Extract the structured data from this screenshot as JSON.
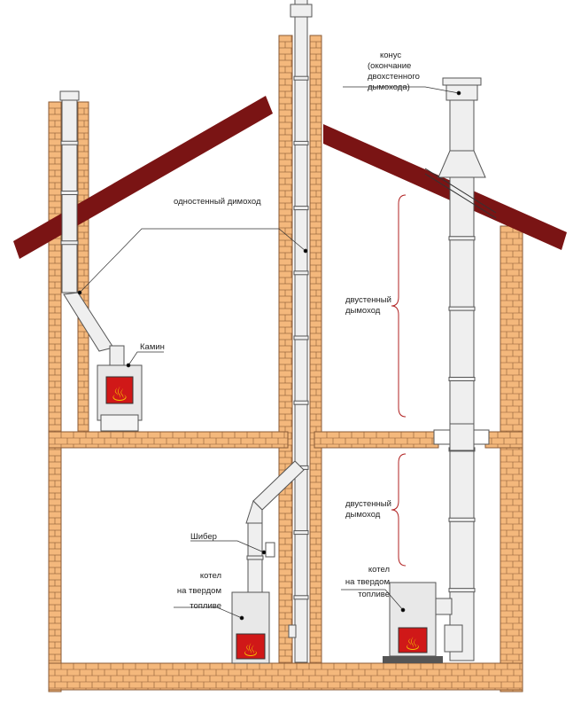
{
  "labels": {
    "cone": [
      "конус",
      "(окончание",
      "двохстенного",
      "дымохода)"
    ],
    "single_wall": "одностенный димоход",
    "fireplace": "Камин",
    "double_wall_upper": [
      "двустенный",
      "дымоход"
    ],
    "double_wall_lower": [
      "двустенный",
      "дымоход"
    ],
    "damper": "Шибер",
    "boiler_left": [
      "котел",
      "на твердом",
      "топливе"
    ],
    "boiler_right": [
      "котел",
      "на твердом",
      "топливе"
    ]
  },
  "colors": {
    "brick": "#f4b87c",
    "mortar": "#8a5a35",
    "roof": "#7a1414",
    "pipe": "#eeeeee",
    "fire": "#d01818",
    "bracket": "#b02020"
  }
}
